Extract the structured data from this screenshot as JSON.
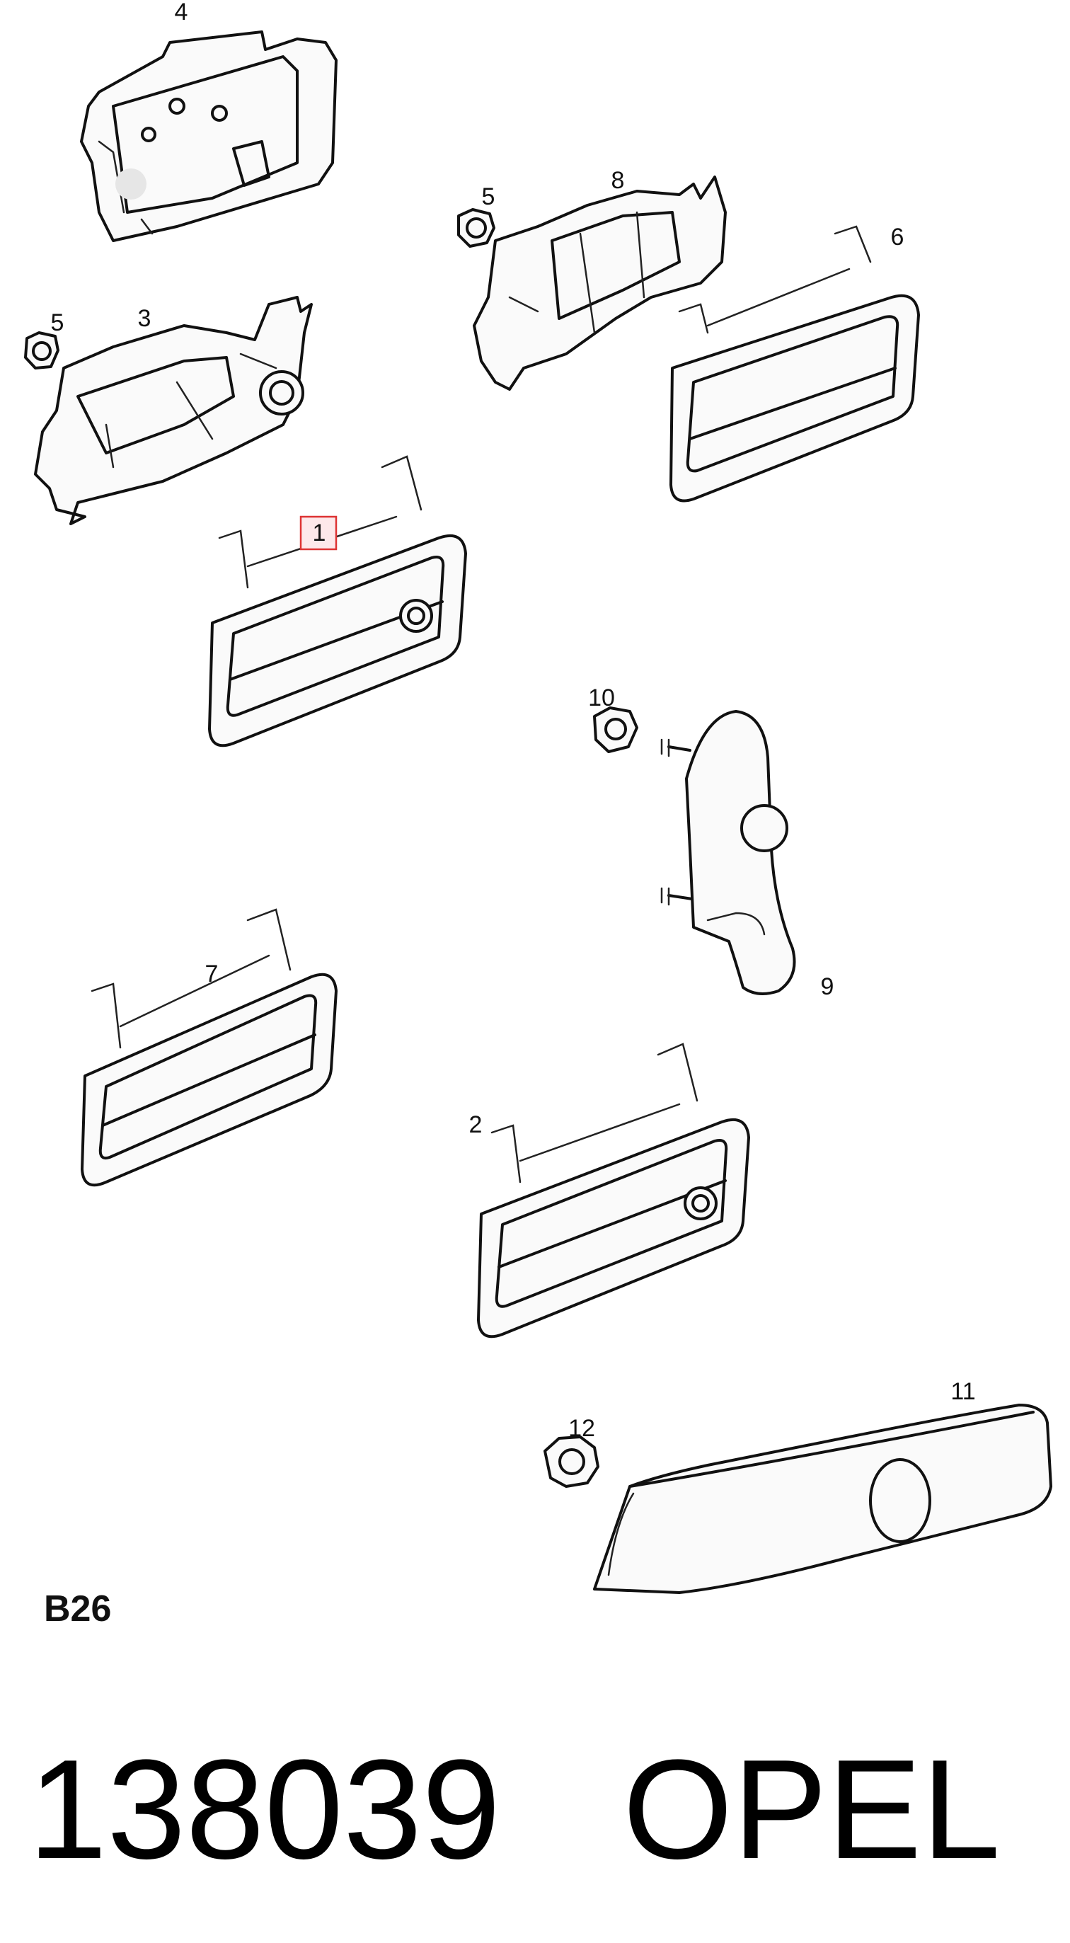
{
  "diagram": {
    "parts": [
      {
        "label": "1"
      },
      {
        "label": "2"
      },
      {
        "label": "3"
      },
      {
        "label": "4"
      },
      {
        "label": "5"
      },
      {
        "label": "5"
      },
      {
        "label": "6"
      },
      {
        "label": "7"
      },
      {
        "label": "8"
      },
      {
        "label": "9"
      },
      {
        "label": "10"
      },
      {
        "label": "11"
      },
      {
        "label": "12"
      }
    ],
    "highlighted_part": "1",
    "section_code": "B26"
  },
  "footer": {
    "part_number": "138039",
    "brand": "OPEL"
  },
  "colors": {
    "line": "#111111",
    "highlight_stroke": "#d33333",
    "highlight_fill": "#fde8ea"
  }
}
